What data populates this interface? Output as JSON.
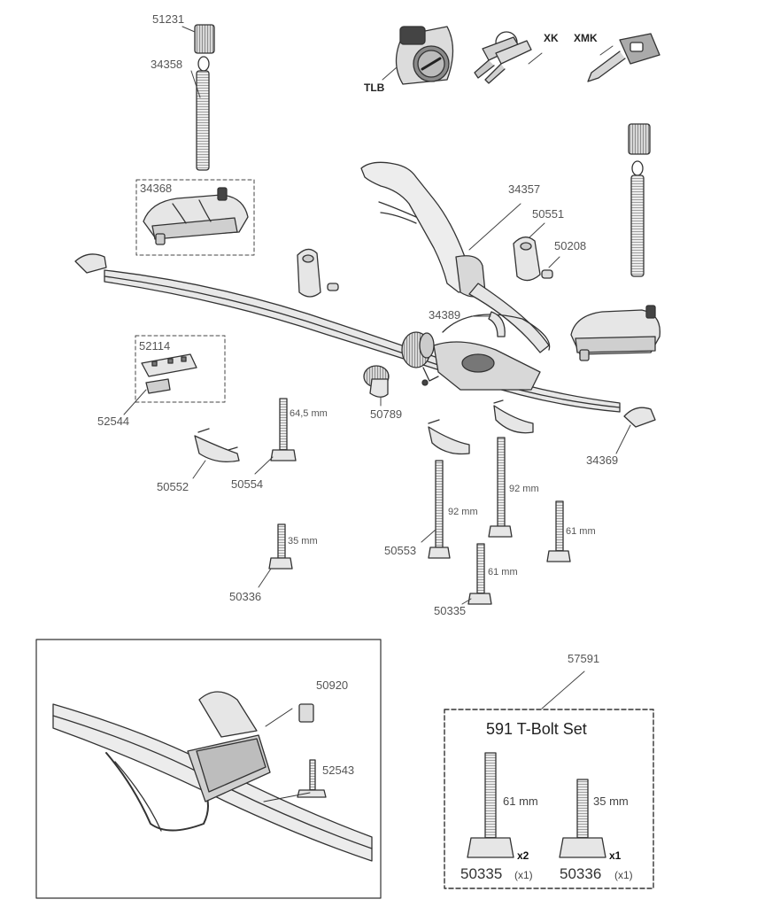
{
  "parts": {
    "p51231": "51231",
    "p34358": "34358",
    "tlb": "TLB",
    "xk": "XK",
    "xmk": "XMK",
    "p34368": "34368",
    "p34357": "34357",
    "p50551": "50551",
    "p50208": "50208",
    "p34389": "34389",
    "p52114": "52114",
    "p52544": "52544",
    "p50789": "50789",
    "p34369": "34369",
    "p50552": "50552",
    "p50554": "50554",
    "p50553": "50553",
    "p50336": "50336",
    "p50335": "50335",
    "p50920": "50920",
    "p52543": "52543",
    "p57591": "57591"
  },
  "measures": {
    "m645": "64,5 mm",
    "m92a": "92 mm",
    "m92b": "92 mm",
    "m61a": "61 mm",
    "m61b": "61 mm",
    "m35": "35 mm"
  },
  "tbolt_set": {
    "title": "591 T-Bolt Set",
    "left_len": "61 mm",
    "right_len": "35 mm",
    "left_qty": "x2",
    "right_qty": "x1",
    "left_part": "50335",
    "left_sub": "(x1)",
    "right_part": "50336",
    "right_sub": "(x1)"
  },
  "colors": {
    "line": "#333333",
    "fill": "#e6e6e6",
    "dark": "#555555"
  }
}
